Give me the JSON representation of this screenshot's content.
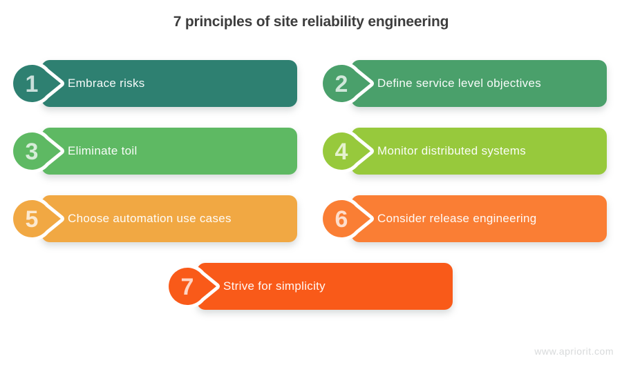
{
  "title": "7 principles of site reliability engineering",
  "watermark": "www.apriorit.com",
  "items": [
    {
      "number": "1",
      "label": "Embrace risks",
      "color": "#2e8071"
    },
    {
      "number": "2",
      "label": "Define service level objectives",
      "color": "#4aa06b"
    },
    {
      "number": "3",
      "label": "Eliminate toil",
      "color": "#5eb963"
    },
    {
      "number": "4",
      "label": "Monitor distributed systems",
      "color": "#97c93c"
    },
    {
      "number": "5",
      "label": "Choose automation use cases",
      "color": "#f1a843"
    },
    {
      "number": "6",
      "label": "Consider release engineering",
      "color": "#fa7e34"
    },
    {
      "number": "7",
      "label": "Strive for simplicity",
      "color": "#f95a19"
    }
  ]
}
